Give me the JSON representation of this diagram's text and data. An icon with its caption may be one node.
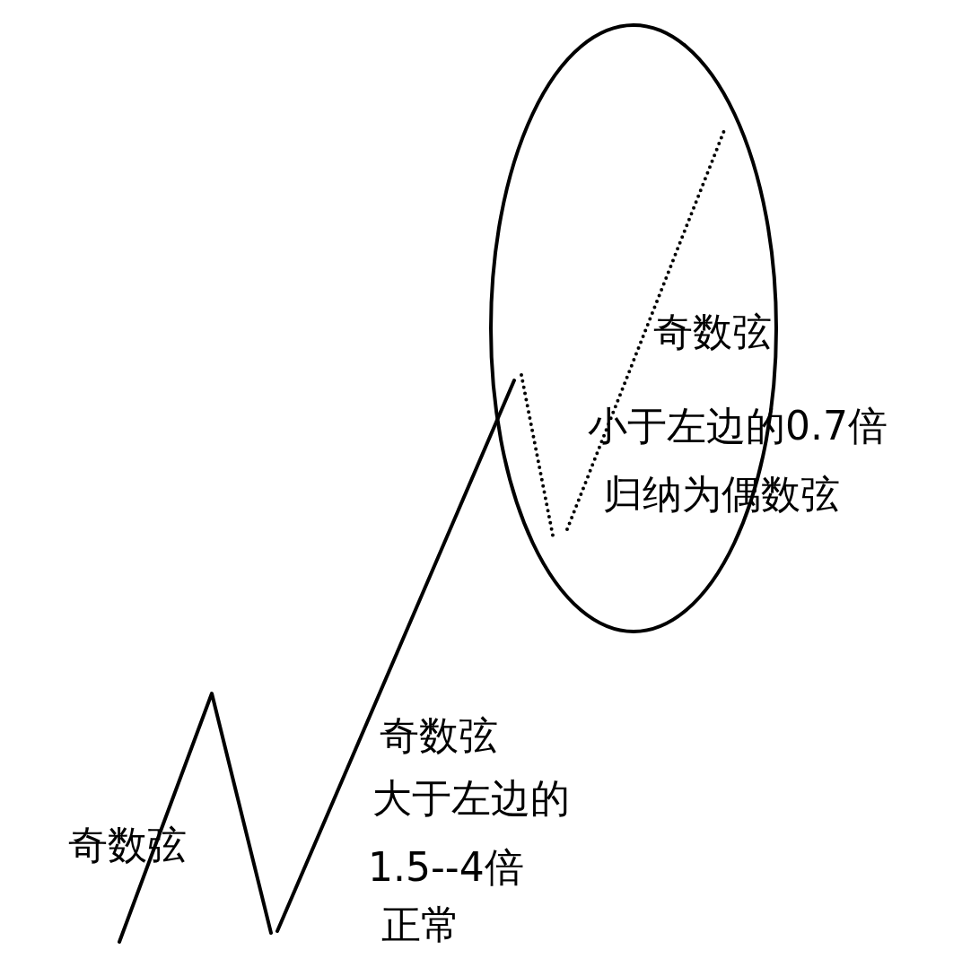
{
  "diagram": {
    "labels": [
      "奇数弦",
      "小于左边的0.7倍",
      "归纳为偶数弦",
      "奇数弦",
      "大于左边的",
      "奇数弦",
      "1.5--4倍",
      "正常"
    ]
  }
}
